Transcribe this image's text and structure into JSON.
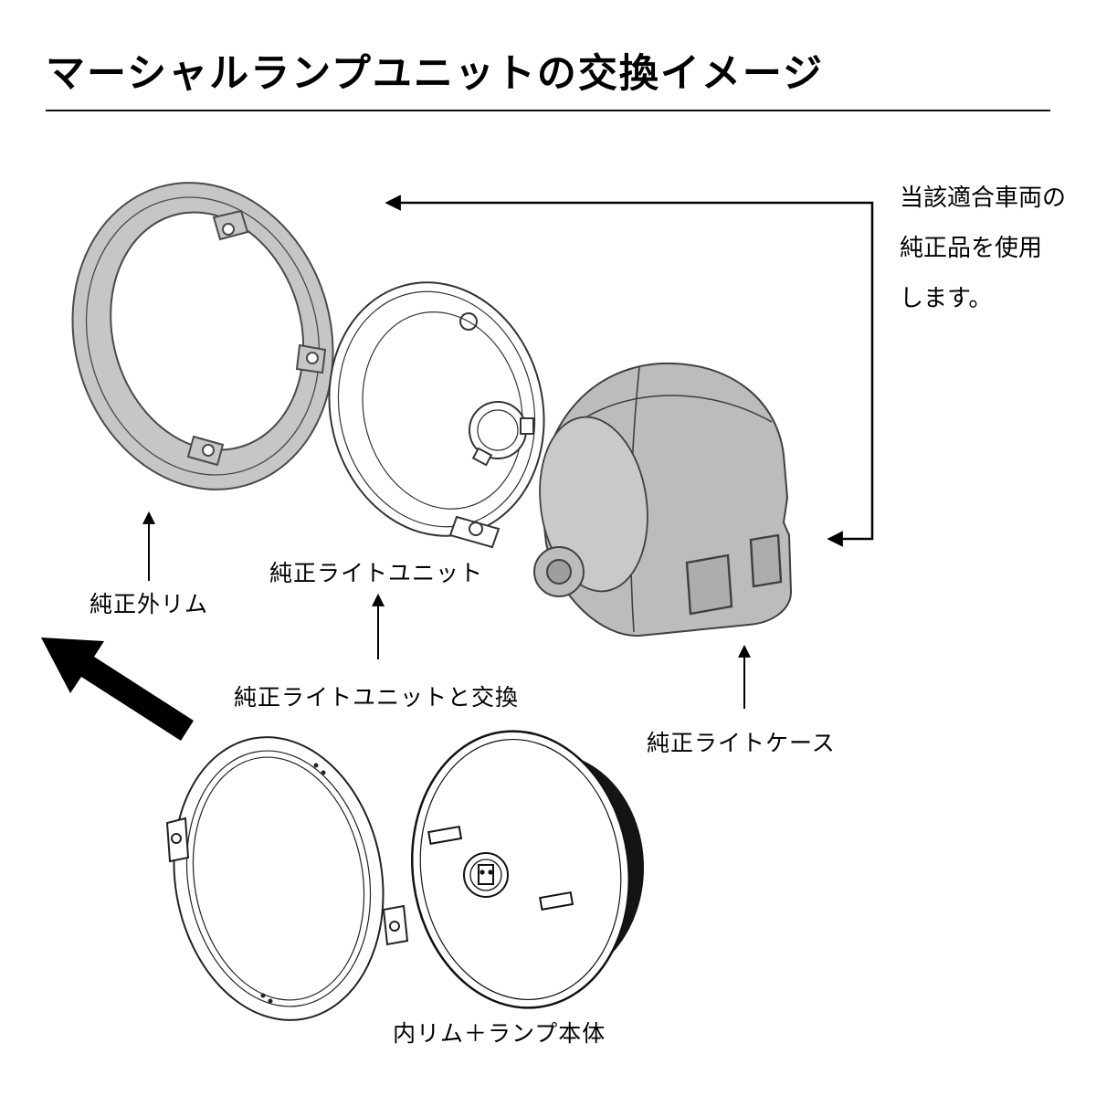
{
  "title": "マーシャルランプユニットの交換イメージ",
  "note": {
    "line1": "当該適合車両の",
    "line2": "純正品を使用",
    "line3": "します。"
  },
  "labels": {
    "outer_rim": "純正外リム",
    "light_unit": "純正ライトユニット",
    "light_unit_exchange": "純正ライトユニットと交換",
    "light_case": "純正ライトケース",
    "inner_rim_lamp": "内リム＋ランプ本体"
  },
  "colors": {
    "background": "#ffffff",
    "line": "#000000",
    "rim_gray": "#c6c6c6",
    "case_gray": "#bcbcbc",
    "lamp_back_black": "#141414"
  }
}
